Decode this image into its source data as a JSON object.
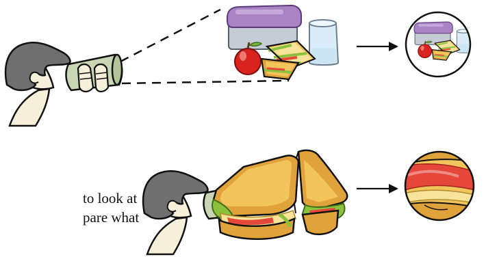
{
  "caption": {
    "line1": "to look at",
    "line2": "pare what"
  },
  "colors": {
    "hair": "#6f6f6f",
    "skin": "#f6f0da",
    "tube": "#c9d6b3",
    "container_lid": "#a983c4",
    "container_body": "#c5ccd6",
    "apple": "#d8231f",
    "bread_crust": "#e0a23a",
    "bread_face": "#f2c45c",
    "lettuce": "#8cc13e",
    "tomato": "#e5483a",
    "cheese": "#f7e49a",
    "glass": "#d9ecf7",
    "outline": "#111111"
  },
  "icons": [
    "child-with-telescope",
    "lunch-scene",
    "sandwich-closeup",
    "arrow-right",
    "view-circle"
  ]
}
